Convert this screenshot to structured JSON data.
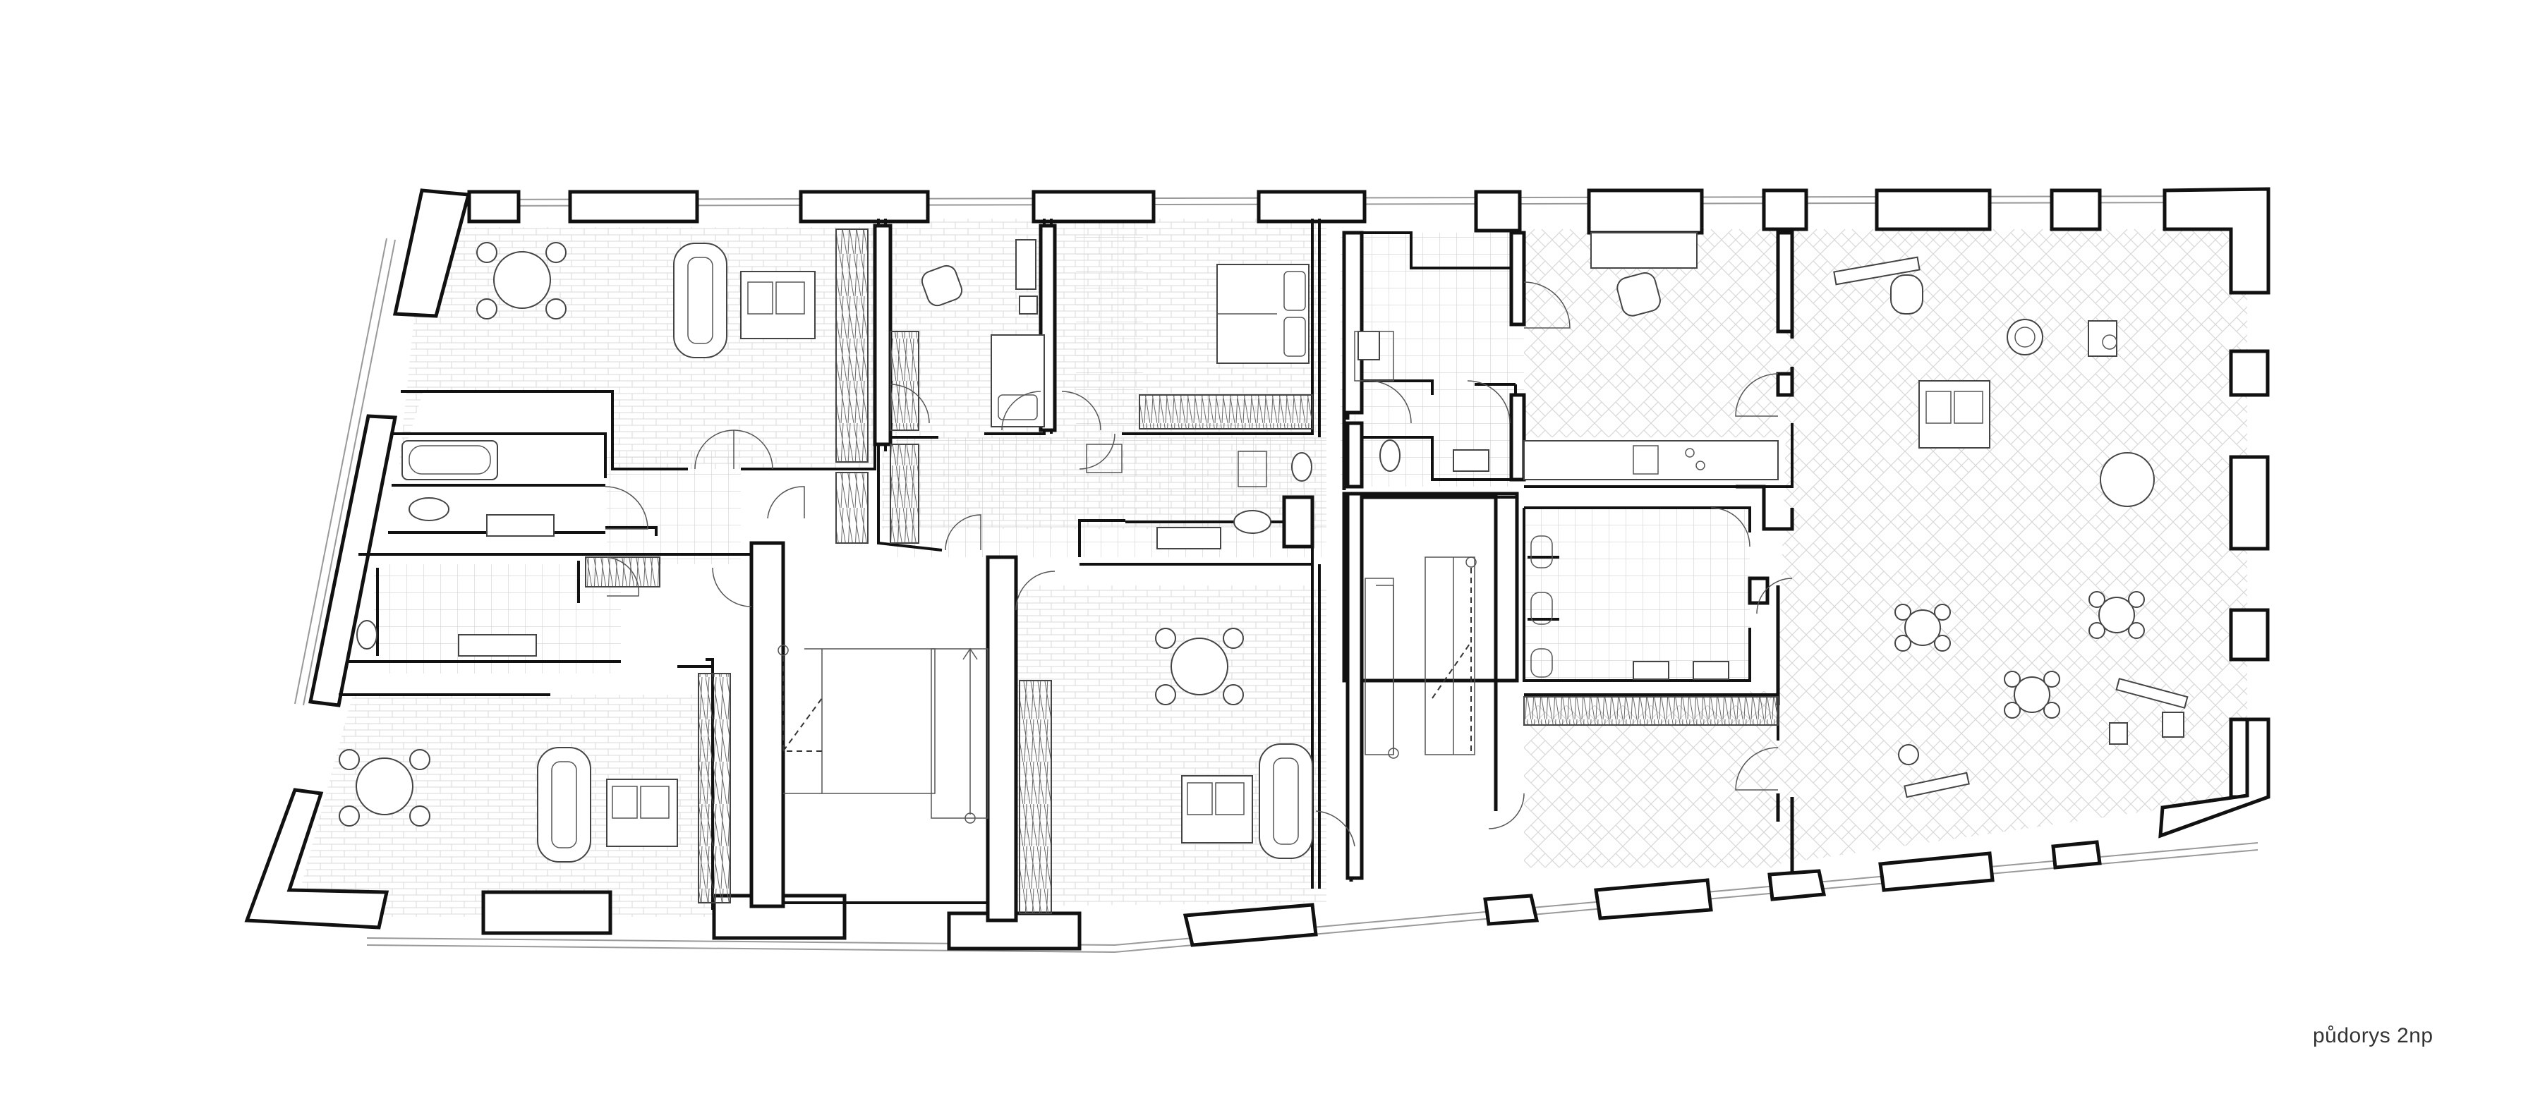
{
  "caption": "půdorys 2np",
  "colors": {
    "wall": "#111111",
    "floor_pattern": "#d8d8d8",
    "background": "#ffffff"
  },
  "floor_patterns": [
    "tile-grid",
    "plank",
    "herringbone"
  ],
  "icons": [
    "dining-table-icon",
    "sofa-icon",
    "armchair-icon",
    "bathtub-icon",
    "toilet-icon",
    "washbasin-icon",
    "bed-icon",
    "wardrobe-icon",
    "stair-icon",
    "kitchen-counter-icon",
    "desk-icon",
    "rug-icon",
    "door-swing-icon"
  ]
}
